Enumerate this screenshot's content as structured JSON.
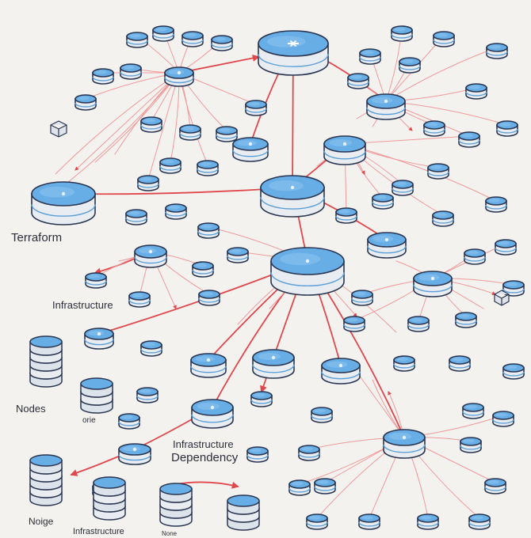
{
  "labels": {
    "terraform": "Terraform",
    "terraform_sub": "",
    "infrastructure_left": "Infrastructure",
    "nodes": "Nodes",
    "nodes_sub": "orie",
    "dependency_line1": "Infrastructure",
    "dependency_line2": "Dependency",
    "node_bottom": "Noige",
    "infrastructure_bottom": "Infrastructure",
    "node_small": "None"
  },
  "colors": {
    "background": "#f4f2ee",
    "node_top": "#68aee6",
    "node_side": "#e9ecf1",
    "node_band": "#5b9fd8",
    "outline": "#2a3550",
    "edge": "#e0474c",
    "edge_light": "#ef9a9c"
  },
  "icons": {
    "central_node": "snowflake-icon",
    "stacked_database": "database-stack-icon"
  }
}
